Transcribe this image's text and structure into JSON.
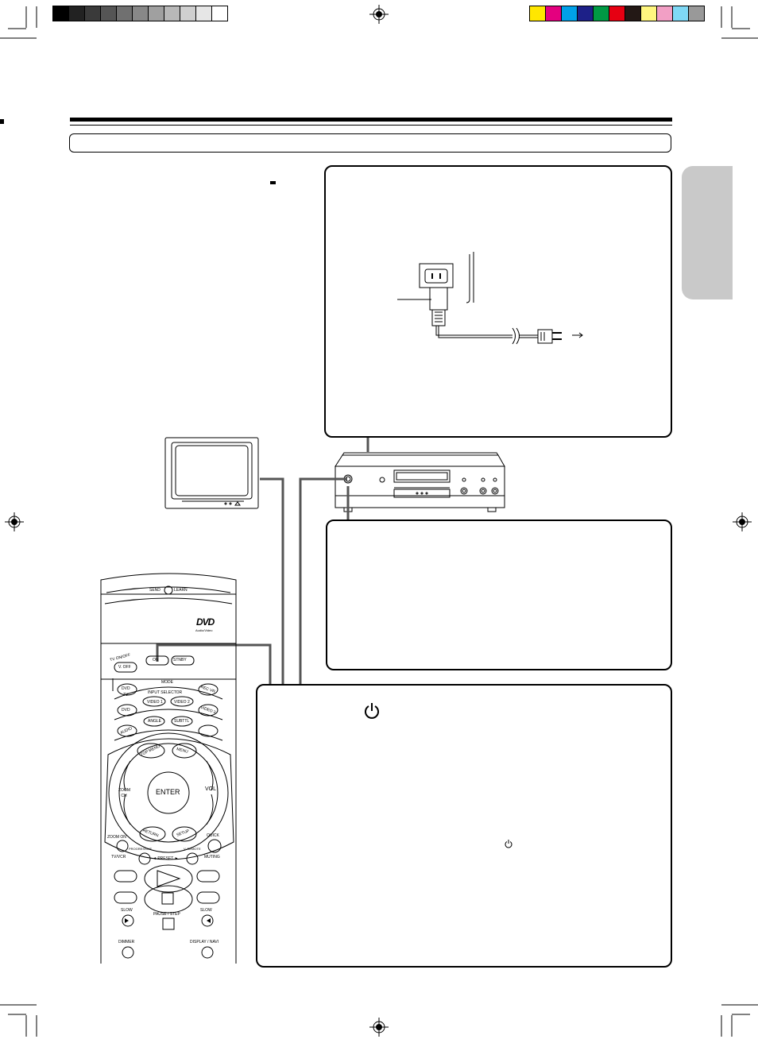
{
  "colors": {
    "gray_bar": [
      "#000000",
      "#222222",
      "#3a3a3a",
      "#555555",
      "#707070",
      "#888888",
      "#a0a0a0",
      "#b8b8b8",
      "#cfcfcf",
      "#e6e6e6",
      "#ffffff"
    ],
    "color_bar": [
      "#ffe600",
      "#e4007f",
      "#00a0e9",
      "#1d2088",
      "#009944",
      "#e60012",
      "#231815",
      "#fff67f",
      "#f29fc5",
      "#7fd8f5",
      "#999999"
    ],
    "side_tab": "#c9c9c9"
  },
  "remote": {
    "send": "SEND",
    "learn": "LEARN",
    "dvd_logo": "DVD",
    "dvd_sub": "Audio/Video",
    "tv_on_off": "TV ON/OFF",
    "v_off": "V. OFF",
    "on": "ON",
    "stnby": "STNBY",
    "mode": "MODE",
    "input_selector": "INPUT SELECTOR",
    "dvd": "DVD",
    "tv": "TV",
    "rec_vr": "REC VR",
    "video1": "VIDEO 1",
    "video2": "VIDEO 2",
    "video3": "VIDEO 3",
    "audio": "AUDIO",
    "angle": "ANGLE",
    "subttl": "SUBTTL",
    "top_menu": "TOP MENU",
    "menu": "MENU",
    "zoom_ch": "ZOOM CH",
    "enter": "ENTER",
    "vol": "VOL",
    "return": "RETURN",
    "setup": "SETUP",
    "zoom_on": "ZOOM ON",
    "quick": "QUICK",
    "progressive": "PROGRESSIVE",
    "v_remote": "V. REMOTE",
    "tv_vcr": "TV/VCR",
    "preset": "◄ PRESET ►",
    "muting": "MUTING",
    "slow": "SLOW",
    "pause_step": "PAUSE / STEP",
    "dimmer": "DIMMER",
    "display_navi": "DISPLAY / NAVI"
  }
}
